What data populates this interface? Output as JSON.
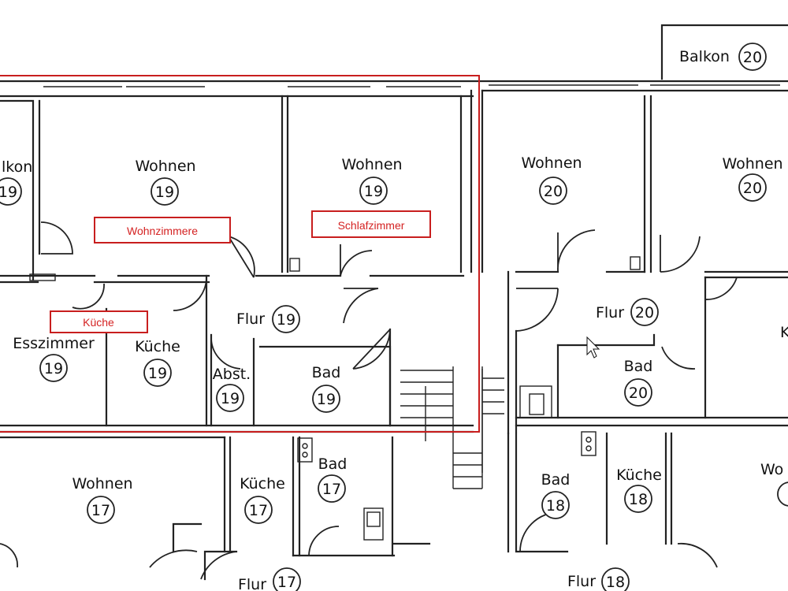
{
  "rooms": [
    {
      "label": "Balkon",
      "num": "20"
    },
    {
      "label": "lkon",
      "num": "19"
    },
    {
      "label": "Wohnen",
      "num": "19"
    },
    {
      "label": "Wohnen",
      "num": "19"
    },
    {
      "label": "Wohnen",
      "num": "20"
    },
    {
      "label": "Wohnen",
      "num": "20"
    },
    {
      "label": "Flur",
      "num": "19"
    },
    {
      "label": "Esszimmer",
      "num": "19"
    },
    {
      "label": "Küche",
      "num": "19"
    },
    {
      "label": "Abst.",
      "num": "19"
    },
    {
      "label": "Bad",
      "num": "19"
    },
    {
      "label": "Flur",
      "num": "20"
    },
    {
      "label": "Bad",
      "num": "20"
    },
    {
      "label": "Wohnen",
      "num": "17"
    },
    {
      "label": "Küche",
      "num": "17"
    },
    {
      "label": "Bad",
      "num": "17"
    },
    {
      "label": "Bad",
      "num": "18"
    },
    {
      "label": "Küche",
      "num": "18"
    },
    {
      "label": "Flur",
      "num": "17"
    },
    {
      "label": "Flur",
      "num": "18"
    },
    {
      "label": "Wo",
      "num": ""
    },
    {
      "label": "K",
      "num": ""
    }
  ],
  "annotations": [
    {
      "text": "Wohnzimmere"
    },
    {
      "text": "Schlafzimmer"
    },
    {
      "text": "Küche"
    }
  ]
}
